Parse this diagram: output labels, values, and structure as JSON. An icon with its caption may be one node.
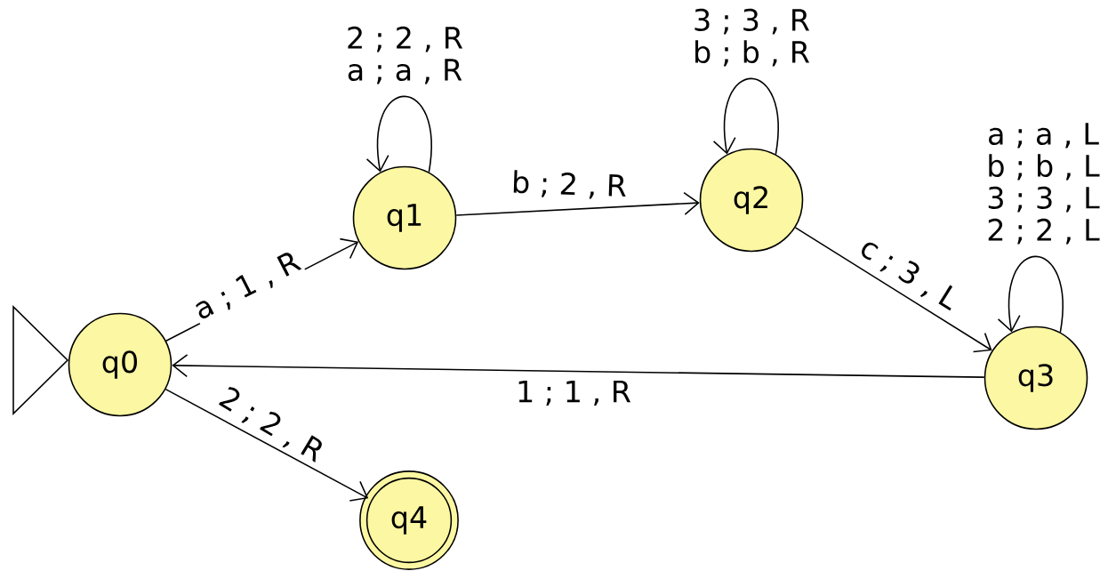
{
  "diagram": {
    "nodes": [
      {
        "text": [
          "q0"
        ]
      },
      {
        "text": [
          "q1"
        ]
      },
      {
        "text": [
          "q2"
        ]
      },
      {
        "text": [
          "q3"
        ]
      },
      {
        "text": [
          "q4"
        ]
      }
    ],
    "edges": [
      {
        "from": 0,
        "to": 1,
        "arrow": "to",
        "label": "a ; 1 , R"
      },
      {
        "from": 1,
        "to": 1,
        "arrow": "to",
        "label": "2 ; 2 , R a ; a , R"
      },
      {
        "from": 1,
        "to": 2,
        "arrow": "to",
        "label": "b ; 2 , R"
      },
      {
        "from": 2,
        "to": 2,
        "arrow": "to",
        "label": "3 ; 3 , R b ; b , R"
      },
      {
        "from": 2,
        "to": 3,
        "arrow": "to",
        "label": "c ; 3 , L"
      },
      {
        "from": 3,
        "to": 3,
        "arrow": "to",
        "label": "a ; a , L b ; b , L 3 ; 3 , L 2 ; 2 , L"
      },
      {
        "from": 3,
        "to": 0,
        "arrow": "to",
        "label": "1 ; 1 , R"
      },
      {
        "from": 0,
        "to": 4,
        "arrow": "to",
        "label": "2 ; 2 , R"
      }
    ]
  }
}
